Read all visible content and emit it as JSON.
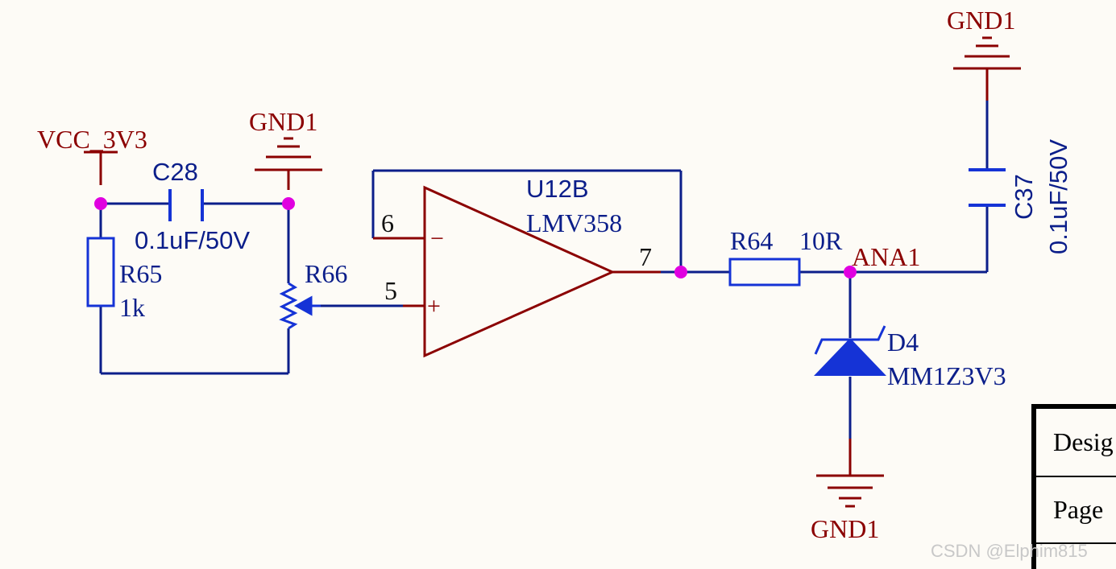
{
  "colors": {
    "wire": "#0b1e8a",
    "symbol_red": "#8b0000",
    "component_blue": "#1533d6",
    "junction": "#e000e0",
    "background": "#fdfbf6"
  },
  "nets": {
    "vcc": "VCC_3V3",
    "gnd_left": "GND1",
    "gnd_top_right": "GND1",
    "gnd_bottom": "GND1",
    "ana": "ANA1"
  },
  "components": {
    "c28": {
      "ref": "C28",
      "value": "0.1uF/50V"
    },
    "r65": {
      "ref": "R65",
      "value": "1k"
    },
    "r66": {
      "ref": "R66"
    },
    "u12b": {
      "ref": "U12B",
      "value": "LMV358",
      "pin_inv": "6",
      "pin_noninv": "5",
      "pin_out": "7",
      "minus": "−",
      "plus": "+"
    },
    "r64": {
      "ref": "R64",
      "value": "10R"
    },
    "c37": {
      "ref": "C37",
      "value": "0.1uF/50V"
    },
    "d4": {
      "ref": "D4",
      "value": "MM1Z3V3"
    }
  },
  "title_block": {
    "row1": "Desig",
    "row2": "Page"
  },
  "watermark": "CSDN @Elphim815"
}
